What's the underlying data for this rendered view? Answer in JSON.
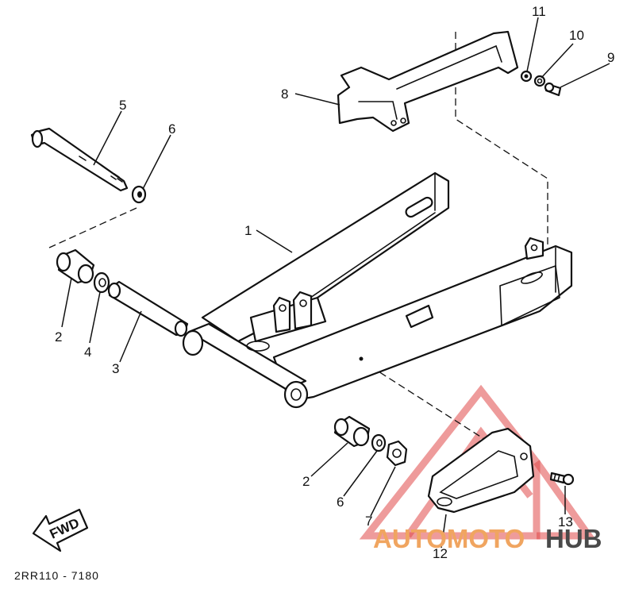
{
  "diagram": {
    "callouts": [
      {
        "id": "c1",
        "text": "1"
      },
      {
        "id": "c2a",
        "text": "2"
      },
      {
        "id": "c2b",
        "text": "2"
      },
      {
        "id": "c3",
        "text": "3"
      },
      {
        "id": "c4",
        "text": "4"
      },
      {
        "id": "c5",
        "text": "5"
      },
      {
        "id": "c6a",
        "text": "6"
      },
      {
        "id": "c6b",
        "text": "6"
      },
      {
        "id": "c7",
        "text": "7"
      },
      {
        "id": "c8",
        "text": "8"
      },
      {
        "id": "c9",
        "text": "9"
      },
      {
        "id": "c10",
        "text": "10"
      },
      {
        "id": "c11",
        "text": "11"
      },
      {
        "id": "c12",
        "text": "12"
      },
      {
        "id": "c13",
        "text": "13"
      }
    ],
    "fwd_label": "FWD",
    "drawing_code": "2RR110 - 7180"
  },
  "watermark": {
    "text_primary": "AUTOMOTO",
    "text_secondary": "HUB",
    "colors": {
      "triangle": "#e04848",
      "primary": "#f0a560",
      "secondary": "#4a4a4a"
    }
  }
}
